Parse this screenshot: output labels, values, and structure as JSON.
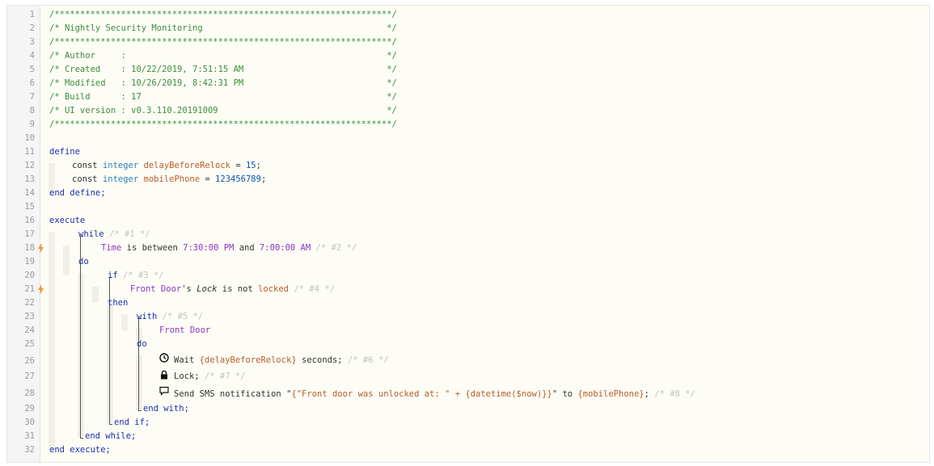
{
  "editor": {
    "header_lines": [
      "/******************************************************************/",
      "/* Nightly Security Monitoring                                    */",
      "/******************************************************************/",
      "/* Author     :                                                   */",
      "/* Created    : 10/22/2019, 7:51:15 AM                            */",
      "/* Modified   : 10/26/2019, 8:42:31 PM                            */",
      "/* Build      : 17                                                */",
      "/* UI version : v0.3.110.20191009                                 */",
      "/******************************************************************/"
    ],
    "line_numbers": [
      "1",
      "2",
      "3",
      "4",
      "5",
      "6",
      "7",
      "8",
      "9",
      "10",
      "11",
      "12",
      "13",
      "14",
      "15",
      "16",
      "17",
      "18",
      "19",
      "20",
      "21",
      "22",
      "23",
      "24",
      "25",
      "26",
      "27",
      "28",
      "29",
      "30",
      "31",
      "32"
    ],
    "define_kw": "define",
    "const_kw": "const",
    "integer_type": "integer",
    "var1_name": "delayBeforeRelock",
    "var1_value": "15",
    "var2_name": "mobilePhone",
    "var2_value": "123456789",
    "end_define": "end define;",
    "execute_kw": "execute",
    "while_kw": "while",
    "c1": "/* #1 */",
    "time_word": "Time",
    "is_between": " is between ",
    "time_from": "7:30:00 PM",
    "and_word": " and ",
    "time_to": "7:00:00 AM",
    "c2": "/* #2 */",
    "do_kw": "do",
    "if_kw": "if",
    "c3": "/* #3 */",
    "device": "Front Door",
    "possessive": "'s ",
    "attribute": "Lock",
    "is_not": " is not ",
    "locked_value": "locked",
    "c4": "/* #4 */",
    "then_kw": "then",
    "with_kw": "with",
    "c5": "/* #5 */",
    "with_device": "Front Door",
    "wait_text": "Wait ",
    "wait_var": "{delayBeforeRelock}",
    "wait_tail": " seconds;",
    "c6": "/* #6 */",
    "lock_text": "Lock;",
    "c7": "/* #7 */",
    "sms_text": "Send SMS notification \"",
    "sms_expr": "{\"Front door was unlocked at: \" + {datetime($now)}}",
    "sms_to": "\" to ",
    "sms_var": "{mobilePhone}",
    "sms_end": ";",
    "c8": "/* #8 */",
    "end_with": "end with;",
    "end_if": "end if;",
    "end_while": "end while;",
    "end_execute": "end execute;"
  },
  "colors": {
    "comment_header": "#3c8d3c",
    "keyword": "#1c2fb0",
    "variable": "#b85c28",
    "device": "#8b36c6"
  },
  "icons": [
    "bolt-icon",
    "clock-icon",
    "lock-icon",
    "message-icon"
  ]
}
